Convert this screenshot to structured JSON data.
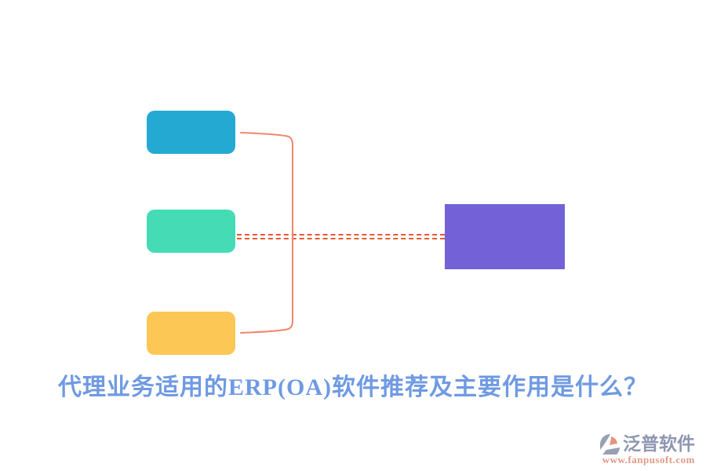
{
  "title": {
    "text": "代理业务适用的ERP(OA)软件推荐及主要作用是什么？"
  },
  "diagram": {
    "type": "mindmap-fragment",
    "nodes": [
      {
        "name": "branch-node-top",
        "shape": "rounded-rect",
        "color": "#24a9d3",
        "label": ""
      },
      {
        "name": "branch-node-middle",
        "shape": "rounded-rect",
        "color": "#45dcb5",
        "label": ""
      },
      {
        "name": "branch-node-bottom",
        "shape": "rounded-rect",
        "color": "#fcc754",
        "label": ""
      },
      {
        "name": "root-node",
        "shape": "rect",
        "color": "#7362d7",
        "label": ""
      }
    ],
    "connectors": [
      {
        "name": "brace-connector",
        "style": "solid-curved-bracket",
        "color": "#f0866e",
        "links": [
          "branch-node-top",
          "branch-node-bottom"
        ]
      },
      {
        "name": "dashed-connector",
        "style": "double-dashed-line",
        "color": "#e55a33",
        "links": [
          "branch-node-middle",
          "root-node"
        ]
      }
    ]
  },
  "watermark": {
    "brand": "泛普软件",
    "url": "www.fanpusoft.com",
    "logo_icon": "fanpu-logo-icon"
  },
  "colors": {
    "node-blue": "#24a9d3",
    "node-green": "#45dcb5",
    "node-yellow": "#fcc754",
    "node-purple": "#7362d7",
    "connector": "#f0866e",
    "dashed-link": "#e55a33",
    "title-text": "#6f9ae2",
    "brand-text": "#8e96b0",
    "brand-url": "#e09a85",
    "logo-gray": "#98a0b3",
    "logo-salmon": "#e5947e"
  }
}
